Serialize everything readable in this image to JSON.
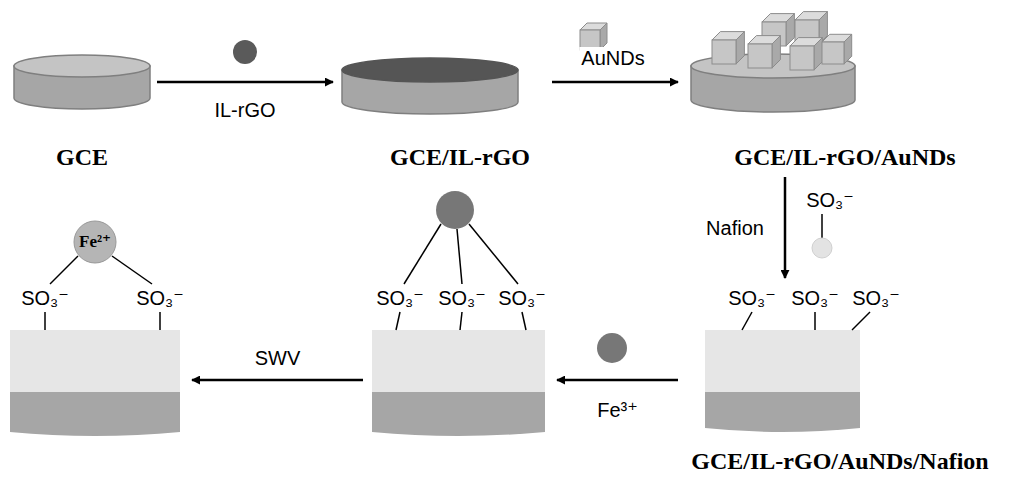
{
  "diagram": {
    "nodes": [
      {
        "text": [
          "GCE"
        ]
      },
      {
        "text": [
          "GCE/IL-rGO"
        ]
      },
      {
        "text": [
          "GCE/IL-rGO/AuNDs"
        ]
      },
      {
        "text": [
          "SO₃⁻",
          "SO₃⁻",
          "SO₃⁻",
          "GCE/IL-rGO/AuNDs/Nafion"
        ]
      },
      {
        "text": [
          "SO₃⁻",
          "SO₃⁻",
          "SO₃⁻"
        ]
      },
      {
        "text": [
          "Fe²⁺",
          "SO₃⁻",
          "SO₃⁻"
        ]
      }
    ],
    "edges": [
      {
        "from": 0,
        "to": 1,
        "arrow": "to",
        "label": "IL-rGO"
      },
      {
        "from": 1,
        "to": 2,
        "arrow": "to",
        "label": "AuNDs"
      },
      {
        "from": 2,
        "to": 3,
        "arrow": "to",
        "label": "Nafion"
      },
      {
        "from": 3,
        "to": 4,
        "arrow": "to",
        "label": "Fe³⁺"
      },
      {
        "from": 4,
        "to": 5,
        "arrow": "to",
        "label": "SWV"
      }
    ],
    "labels": [
      "SO₃⁻"
    ]
  }
}
